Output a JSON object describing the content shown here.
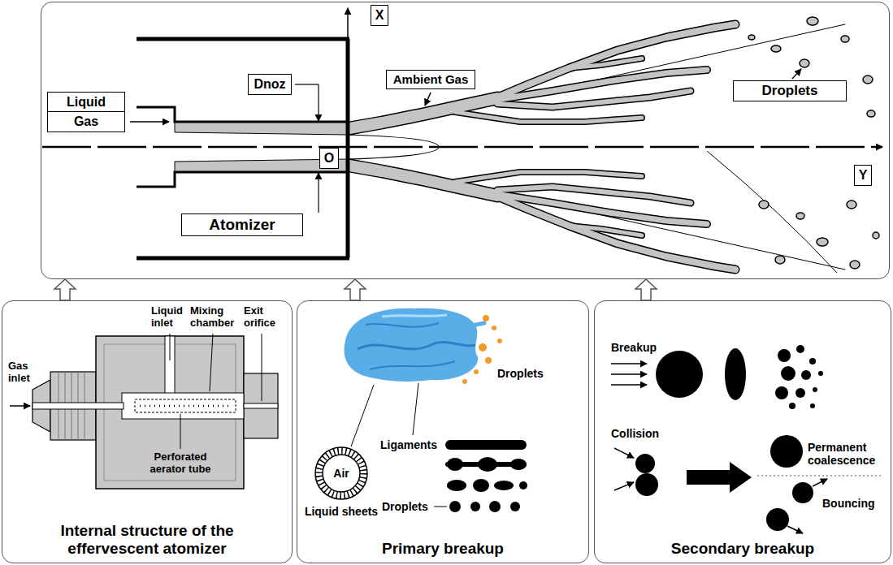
{
  "diagram": {
    "nodes": [
      {
        "text": []
      },
      {
        "text": [
          "X"
        ],
        "in": 0
      },
      {
        "text": [
          "Ambient Gas"
        ],
        "in": 0
      },
      {
        "text": [
          "Dnoz"
        ],
        "in": 0
      },
      {
        "text": [
          "Droplets"
        ],
        "in": 0
      },
      {
        "text": [
          "Liquid"
        ],
        "in": 0
      },
      {
        "text": [
          "Gas"
        ],
        "in": 0
      },
      {
        "text": [
          "O"
        ],
        "in": 0
      },
      {
        "text": [
          "Y"
        ],
        "in": 0
      },
      {
        "text": [
          "Atomizer"
        ],
        "in": 0
      },
      {
        "text": [
          "Internal structure of the effervescent atomizer"
        ]
      },
      {
        "text": [
          "Primary breakup"
        ]
      },
      {
        "text": [
          "Secondary breakup"
        ]
      }
    ],
    "edges": [
      {
        "from": 10,
        "to": 0,
        "arrow": "to"
      },
      {
        "from": 11,
        "to": 0,
        "arrow": "to"
      },
      {
        "from": 12,
        "to": 0,
        "arrow": "to"
      }
    ],
    "labels": [
      "Liquid inlet",
      "Mixing chamber",
      "Exit orifice",
      "Gas inlet",
      "Perforated aerator tube",
      "Droplets",
      "Ligaments",
      "Air",
      "Droplets",
      "Liquid sheets",
      "Breakup",
      "Collision",
      "Permanent coalescence",
      "Bouncing"
    ]
  }
}
